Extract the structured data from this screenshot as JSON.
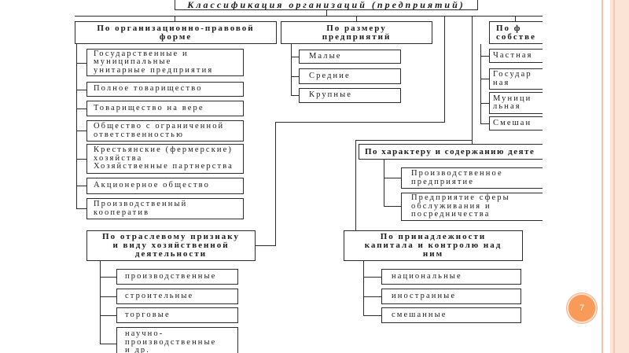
{
  "title": "Классификация организаций (предприятий)",
  "classifications": {
    "legal_form": {
      "header": "По организационно-правовой\nформе",
      "items": [
        "Государственные и\nмуниципальные\nунитарные предприятия",
        "Полное товарищество",
        "Товарищество на вере",
        "Общество с ограниченной\nответственностью",
        "Крестьянские (фермерские)\nхозяйства\nХозяйственные партнерства",
        "Акционерное общество",
        "Производственный\nкооператив"
      ]
    },
    "size": {
      "header": "По размеру\nпредприятий",
      "items": [
        "Малые",
        "Средние",
        "Крупные"
      ]
    },
    "ownership": {
      "header": "По ф\nсобстве",
      "items": [
        "Частная",
        "Государ\nная",
        "Муници\nльная",
        "Смешан"
      ]
    },
    "activity_nature": {
      "header": "По характеру и содержанию деяте",
      "items": [
        "Производственное\nпредприятие",
        "Предприятие сферы\nобслуживания и\nпосредничества"
      ]
    },
    "industry": {
      "header": "По отраслевому признаку\nи виду хозяйственной\nдеятельности",
      "items": [
        "производственные",
        "строительные",
        "торговые",
        "научно-\nпроизводственные\nи др."
      ]
    },
    "capital": {
      "header": "По принадлежности\nкапитала и контролю над\nним",
      "items": [
        "национальные",
        "иностранные",
        "смешанные"
      ]
    }
  },
  "slide_number": "7",
  "colors": {
    "line": "#2b2b2b",
    "badge_fill": "#f79a5a",
    "badge_text": "#ffffff",
    "frame_line": "#f3c4ab",
    "frame_band": "#fbe4d6",
    "frame_stripe": "#f6c9b0"
  }
}
